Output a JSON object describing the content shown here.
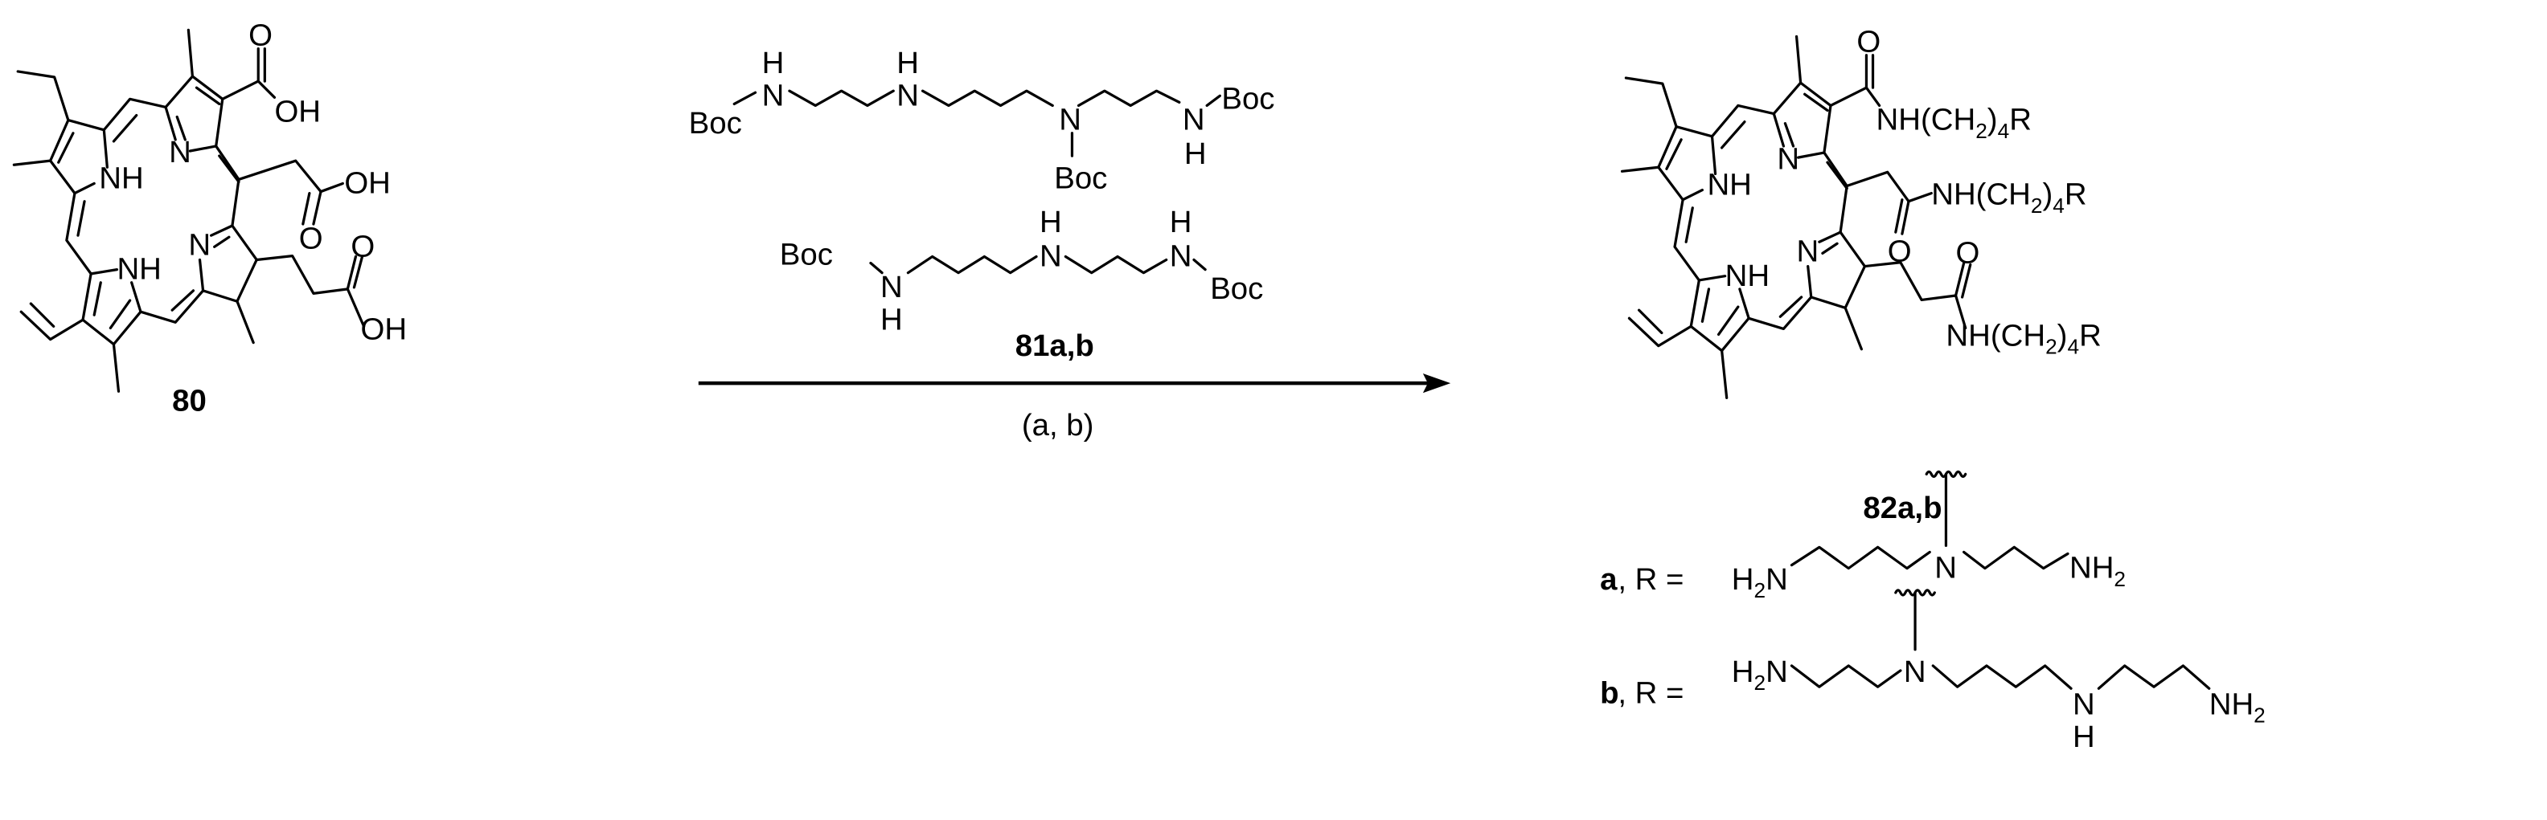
{
  "scheme": {
    "description": "Amide coupling of chlorin e6 (80) with Boc-protected polyamines 81a,b giving polyamine conjugates 82a,b",
    "starting_material": {
      "label": "80",
      "atoms": {
        "nh1": "NH",
        "n1": "N",
        "nh2": "NH",
        "n2": "N",
        "oh1": "OH",
        "oh2": "OH",
        "oh3": "OH",
        "o1": "O",
        "o2": "O",
        "o3": "O"
      }
    },
    "reagents": {
      "label": "81a,b",
      "conditions": "(a, b)",
      "reagent_1": {
        "boc_left": "Boc",
        "nh1_n": "N",
        "nh1_h": "H",
        "nh2_n": "N",
        "nh2_h": "H",
        "n3": "N",
        "boc_mid": "Boc",
        "nh4_n": "N",
        "nh4_h": "H",
        "boc_right": "Boc"
      },
      "reagent_2": {
        "boc_left": "Boc",
        "nh1_n": "N",
        "nh1_h": "H",
        "nh2_n": "N",
        "nh2_h": "H",
        "nh3_n": "N",
        "nh3_h": "H",
        "boc_right": "Boc"
      }
    },
    "product": {
      "label": "82a,b",
      "atoms": {
        "nh1": "NH",
        "n1": "N",
        "nh2": "NH",
        "n2": "N",
        "o1": "O",
        "o2": "O",
        "o3": "O"
      },
      "amide_substituent": {
        "prefix": "NH(CH",
        "sub2": "2",
        "mid": ")",
        "sub4": "4",
        "suffix": "R"
      }
    },
    "r_groups": [
      {
        "key": "a",
        "sep": ", R =",
        "h2n_left": "H",
        "h2n_sub": "2",
        "h2n_n": "N",
        "n_attach": "N",
        "nh2_right": "NH",
        "nh2_sub": "2"
      },
      {
        "key": "b",
        "sep": ", R =",
        "h2n_left": "H",
        "h2n_sub": "2",
        "h2n_n": "N",
        "n_attach": "N",
        "nh_n": "N",
        "nh_h": "H",
        "nh2_right": "NH",
        "nh2_sub": "2"
      }
    ]
  }
}
